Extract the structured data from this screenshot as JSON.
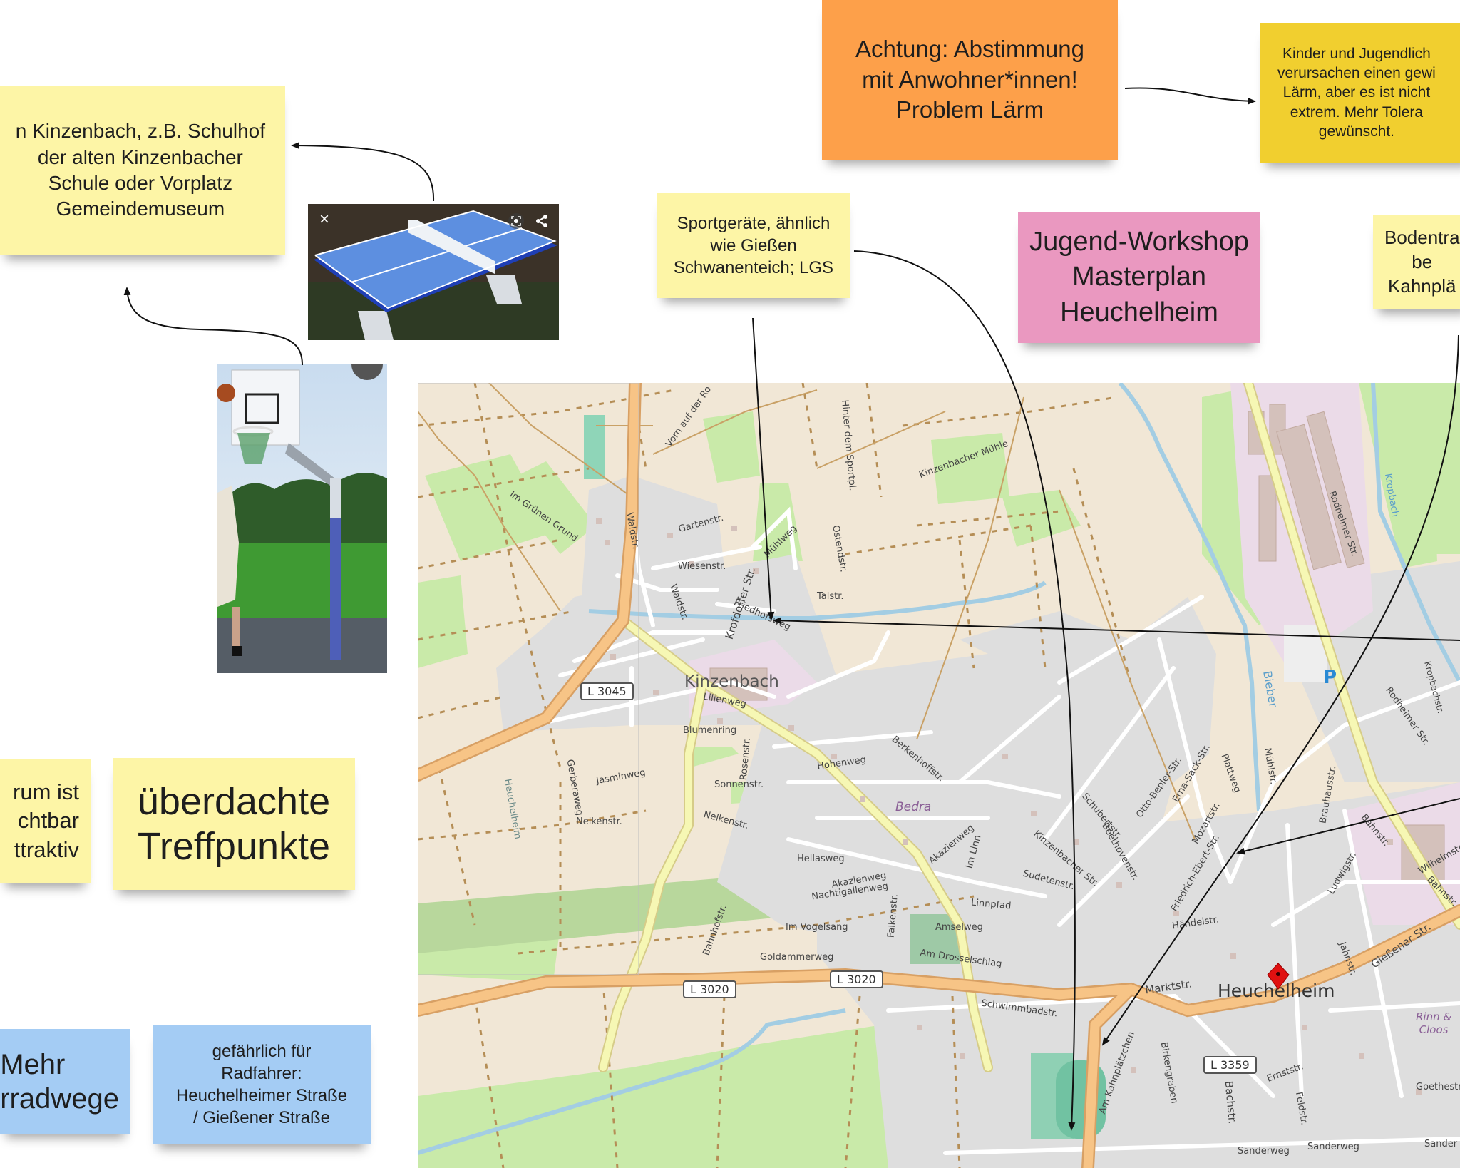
{
  "board": {
    "title_note": "Jugend-Workshop\nMasterplan\nHeuchelheim"
  },
  "notes": {
    "kinzenbach_places": "n Kinzenbach, z.B. Schulhof\nder alten Kinzenbacher\nSchule oder Vorplatz\nGemeindemuseum",
    "achtung": "Achtung: Abstimmung\nmit Anwohner*innen!\nProblem Lärm",
    "kinder_laerm": "Kinder und Jugendlich\nverursachen einen gewi\nLärm, aber es ist nicht\nextrem. Mehr Tolera\ngewünscht.",
    "sportgeraete": "Sportgeräte, ähnlich\nwie Gießen\nSchwanenteich; LGS",
    "bodentrampolin": "Bodentra\nbe\nKahnplä",
    "zentrum": "rum ist\nchtbar\nttraktiv",
    "ueberdachte": "überdachte\nTreffpunkte",
    "radwege": "Mehr\nrradwege",
    "gefaehrlich": "gefährlich für\nRadfahrer:\nHeuchelheimer Straße\n/ Gießener Straße"
  },
  "images": {
    "tabletennis": {
      "alt": "outdoor table tennis table",
      "close_icon": "×"
    },
    "basketball": {
      "alt": "outdoor basketball hoop"
    }
  },
  "map": {
    "towns": {
      "kinzenbach": "Kinzenbach",
      "heuchelheim": "Heuchelheim"
    },
    "road_shields": [
      "L 3045",
      "L 3020",
      "L 3020",
      "L 3359"
    ],
    "poi": {
      "bedra": "Bedra",
      "rinn": "Rinn &\nCloos",
      "parking": "P"
    },
    "streets": {
      "vorn_auf_der_ro": "Vorn auf der Ro",
      "hinter_dem_sportpl": "Hinter dem Sportpl.",
      "kinzenbacher_muehle": "Kinzenbacher Mühle",
      "im_gruenen_grund": "Im Grünen Grund",
      "gartenstr": "Gartenstr.",
      "waldstr1": "Waldstr.",
      "waldstr2": "Waldstr.",
      "wiesenstr": "Wiesenstr.",
      "muehlweg": "Mühlweg",
      "ostendstr": "Ostendstr.",
      "talstr": "Talstr.",
      "krofdorfer": "Krofdorfer Str.",
      "friedhofsweg": "Friedhofsweg",
      "lilienweg": "Lilienweg",
      "blumenring": "Blumenring",
      "rosenstr": "Rosenstr.",
      "jasminweg": "Jasminweg",
      "gerberaweg": "Gerberaweg",
      "sonnenstr": "Sonnenstr.",
      "nelkenstr1": "Nelkenstr.",
      "nelkenstr2": "Nelkenstr.",
      "heuchelheim_path": "Heuchelheim",
      "hohenweg": "Hohenweg",
      "berkenhoffstr": "Berkenhoffstr.",
      "hellasweg": "Hellasweg",
      "akazienweg1": "Akazienweg",
      "akazienweg2": "Akazienweg",
      "nachtigallenweg": "Nachtigallenweg",
      "im_linn": "Im Linn",
      "im_vogelsang": "Im Vogelsang",
      "falkenstr": "Falkenstr.",
      "sudetenstr": "Sudetenstr.",
      "linnpfad": "Linnpfad",
      "amselweg": "Amselweg",
      "goldammerweg": "Goldammerweg",
      "am_drosselschlag": "Am Drosselschlag",
      "bahnhofstr": "Bahnhofstr.",
      "kinzenbacher_str": "Kinzenbacher Str.",
      "schubertstr": "Schubertstr.",
      "beethovenstr": "Beethovenstr.",
      "otto_bepler": "Otto-Bepler-Str.",
      "erna_sack": "Erna-Sack-Str.",
      "mozartstr": "Mozartstr.",
      "friedrich_ebert": "Friedrich-Ebert-Str.",
      "plattweg": "Plattweg",
      "muehlstr": "Mühlstr.",
      "haendelstr": "Händelstr.",
      "marktstr": "Marktstr.",
      "schwimmbadstr": "Schwimmbadstr.",
      "am_kahnplaetzchen": "Am Kahnplätzchen",
      "birkengraben": "Birkengraben",
      "bachstr": "Bachstr.",
      "ernststr": "Ernststr.",
      "feldstr": "Feldstr.",
      "sanderweg1": "Sanderweg",
      "sanderweg2": "Sanderweg",
      "sanderweg3": "Sander",
      "goethestr": "Goethestr.",
      "jahnstr": "Jahnstr.",
      "ludwigstr": "Ludwigstr.",
      "bahnstr1": "Bahnstr.",
      "bahnstr2": "Bahnstr.",
      "wilhelmstr": "Wilhelmstr.",
      "giessener": "Gießener Str.",
      "brauhausstr": "Brauhausstr.",
      "rodheimer1": "Rodheimer Str.",
      "rodheimer2": "Rodheimer Str.",
      "kropbach": "Kropbach",
      "kropbachstr": "Kropbachstr.",
      "bieber": "Bieber"
    }
  },
  "colors": {
    "note_yellow": "#fdf5a6",
    "note_orange": "#fda04a",
    "note_gold": "#f1cf2f",
    "note_pink": "#ea98c0",
    "note_blue": "#a4ccf4",
    "map_farmland": "#f1e7d6",
    "map_residential": "#dedede",
    "map_green": "#c9eaa9",
    "map_primary_road": "#f7c486",
    "map_secondary_road": "#f6f7b4",
    "map_water": "#a3cde3",
    "map_industrial": "#ebdbe8"
  }
}
